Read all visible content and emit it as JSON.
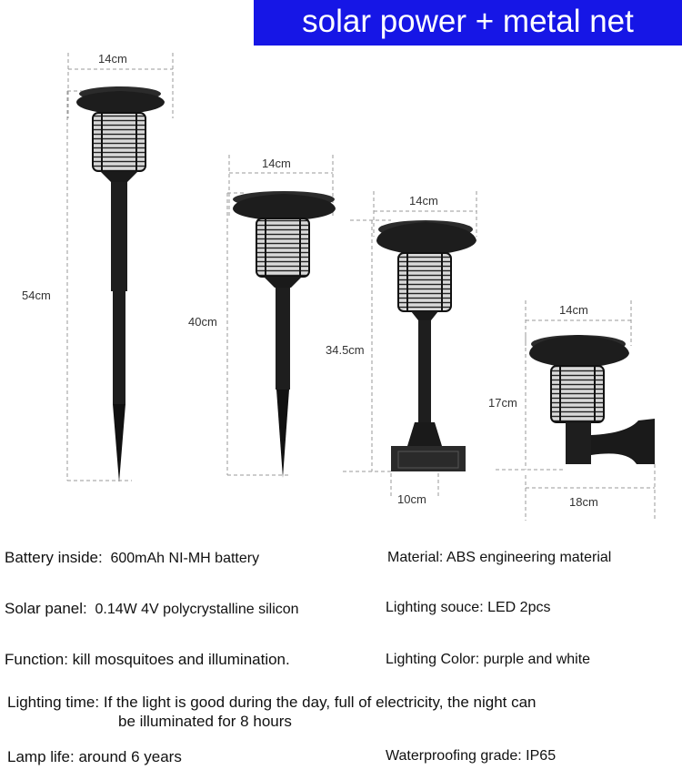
{
  "banner": {
    "title": "solar power + metal net"
  },
  "products": [
    {
      "width": "14cm",
      "height": "54cm"
    },
    {
      "width": "14cm",
      "height": "40cm"
    },
    {
      "width": "14cm",
      "height": "34.5cm",
      "base": "10cm"
    },
    {
      "width": "14cm",
      "height": "17cm",
      "depth": "18cm"
    }
  ],
  "specs": {
    "battery": {
      "label": "Battery inside:",
      "value": "600mAh NI-MH battery"
    },
    "material": {
      "label": "Material:",
      "value": "ABS engineering material"
    },
    "solar": {
      "label": "Solar panel:",
      "value": "0.14W 4V polycrystalline silicon"
    },
    "lighting_source": {
      "label": "Lighting souce:",
      "value": "LED  2pcs"
    },
    "function": {
      "label": "Function:",
      "value": "kill mosquitoes and illumination."
    },
    "lighting_color": {
      "label": "Lighting Color:",
      "value": "purple  and white"
    },
    "lighting_time": {
      "label": "Lighting time:",
      "value": "If the light is good during the day, full of electricity, the night can",
      "value2": "be illuminated for 8 hours"
    },
    "lamp_life": {
      "label": "Lamp life:",
      "value": "around 6 years"
    },
    "waterproof": {
      "label": "Waterproofing grade:",
      "value": "IP65"
    }
  }
}
